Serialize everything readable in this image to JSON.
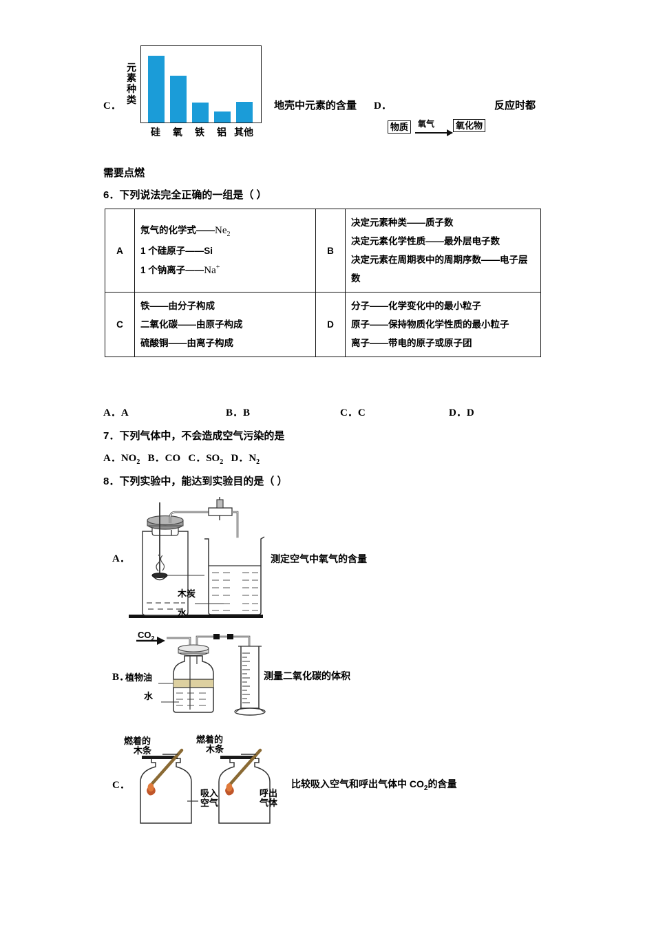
{
  "question5": {
    "option_c": {
      "letter": "C．",
      "caption": "地壳中元素的含量",
      "chart": {
        "ylabel_chars": [
          "元",
          "素",
          "种",
          "类"
        ]
      }
    },
    "option_d": {
      "letter": "D．",
      "tail_text": "反应时都",
      "flow": {
        "source": "物质",
        "arrow_label": "氧气",
        "target": "氧化物"
      }
    },
    "continuation": "需要点燃"
  },
  "chart_data": {
    "type": "bar",
    "title": "地壳中元素的含量",
    "categories": [
      "硅",
      "氧",
      "铁",
      "铝",
      "其他"
    ],
    "values": [
      88,
      62,
      26,
      15,
      27
    ],
    "xlabel": "",
    "ylabel": "元素种类",
    "ylim": [
      0,
      100
    ],
    "grid": false,
    "legend": "none",
    "bar_color": "#1b9cd8",
    "axis_color": "#1a1a1a"
  },
  "question6": {
    "stem": "6．下列说法完全正确的一组是（        ）",
    "rows": [
      {
        "left_key": "A",
        "left_lines": [
          {
            "text": "氖气的化学式——",
            "formula": "Ne",
            "sub": "2",
            "sup": ""
          },
          {
            "text": "1 个硅原子——Si",
            "formula": "",
            "sub": "",
            "sup": ""
          },
          {
            "text": "1 个钠离子——",
            "formula": "Na",
            "sub": "",
            "sup": "+"
          }
        ],
        "right_key": "B",
        "right_lines": [
          "决定元素种类——质子数",
          "决定元素化学性质——最外层电子数",
          "决定元素在周期表中的周期序数——电子层",
          "数"
        ]
      },
      {
        "left_key": "C",
        "left_lines": [
          {
            "text": "铁——由分子构成",
            "formula": "",
            "sub": "",
            "sup": ""
          },
          {
            "text": "二氧化碳——由原子构成",
            "formula": "",
            "sub": "",
            "sup": ""
          },
          {
            "text": "硫酸铜——由离子构成",
            "formula": "",
            "sub": "",
            "sup": ""
          }
        ],
        "right_key": "D",
        "right_lines": [
          "分子——化学变化中的最小粒子",
          "原子——保持物质化学性质的最小粒子",
          "离子——带电的原子或原子团"
        ]
      }
    ],
    "answers": [
      "A．A",
      "B．B",
      "C．C",
      "D．D"
    ]
  },
  "question7": {
    "stem": "7．下列气体中，不会造成空气污染的是",
    "options": [
      {
        "label": "A．",
        "formula": "NO",
        "sub": "2"
      },
      {
        "label": "B．",
        "formula": "CO",
        "sub": ""
      },
      {
        "label": "C．",
        "formula": "SO",
        "sub": "2"
      },
      {
        "label": "D．",
        "formula": "N",
        "sub": "2"
      }
    ]
  },
  "question8": {
    "stem": "8．下列实验中，能达到实验目的是（     ）",
    "experiments": [
      {
        "letter": "A．",
        "caption": "测定空气中氧气的含量",
        "labels": {
          "charcoal": "木炭",
          "water": "水"
        }
      },
      {
        "letter": "B．",
        "caption": "测量二氧化碳的体积",
        "labels": {
          "gas_in": "CO",
          "gas_in_sub": "2",
          "oil": "植物油",
          "water": "水"
        }
      },
      {
        "letter": "C．",
        "caption_pre": "比较吸入空气和呼出气体中 CO",
        "caption_sub": "2",
        "caption_post": "的含量",
        "labels": {
          "splint_left_l1": "燃着的",
          "splint_left_l2": "木条",
          "splint_right_l1": "燃着的",
          "splint_right_l2": "木条",
          "bottle_left_l1": "吸入",
          "bottle_left_l2": "空气",
          "bottle_right_l1": "呼出",
          "bottle_right_l2": "气体"
        }
      }
    ]
  },
  "colors": {
    "bar": "#1b9cd8",
    "bar_edge": "#0f7fb4",
    "ink": "#111111",
    "oil": "#ddd0a0",
    "flame": "#c0562a"
  }
}
